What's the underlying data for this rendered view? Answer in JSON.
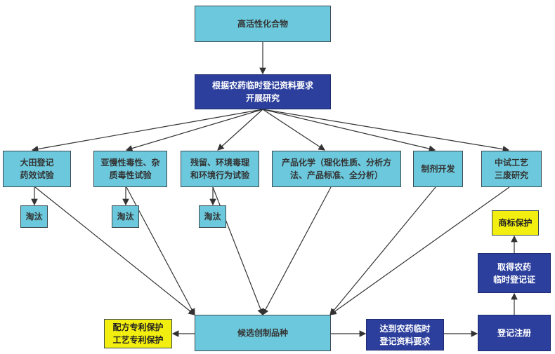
{
  "nodes": {
    "compound": "高活性化合物",
    "research": "根据农药临时登记资料要求\n开展研究",
    "field": "大田登记\n药效试验",
    "toxicity": "亚慢性毒性、杂\n质毒性试验",
    "residue": "残留、环境毒理\n和环境行为试验",
    "chemistry": "产品化学（理化性质、分析方\n法、产品标准、全分析）",
    "formulation": "制剂开发",
    "pilot": "中试工艺\n三废研究",
    "elim1": "淘汰",
    "elim2": "淘汰",
    "elim3": "淘汰",
    "candidate": "候选创制品种",
    "patent": "配方专利保护\n工艺专利保护",
    "meet": "达到农药临时\n登记资料要求",
    "register": "登记注册",
    "certificate": "取得农药\n临时登记证",
    "trademark": "商标保护"
  },
  "colors": {
    "cyan": "#6cc8dc",
    "dark_blue": "#2c3f9c",
    "yellow": "#f2ee10"
  }
}
